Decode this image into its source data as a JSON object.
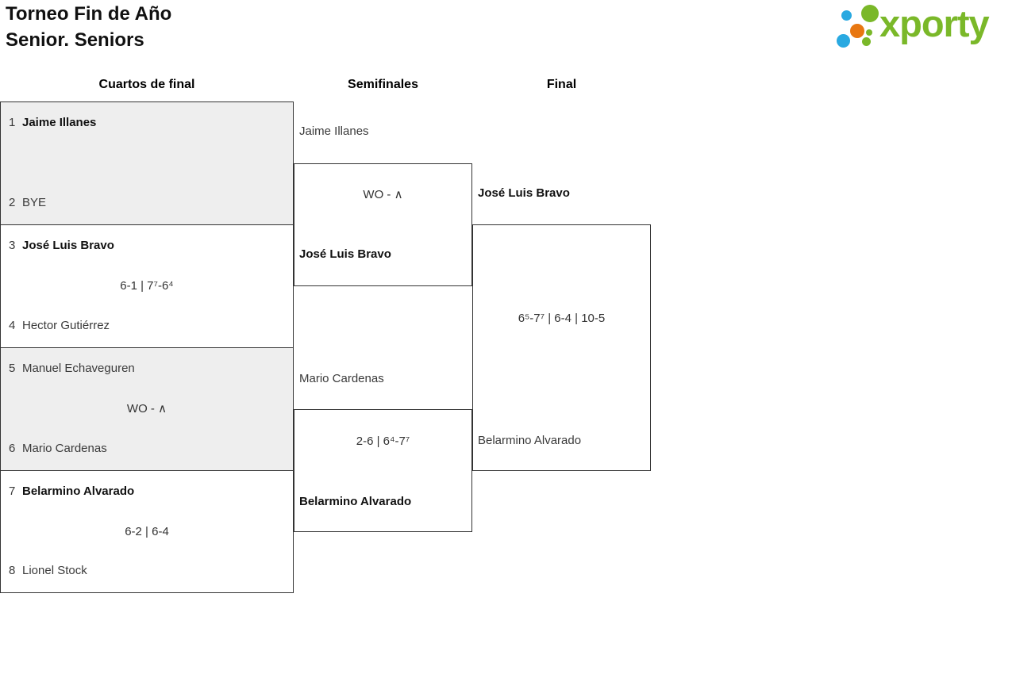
{
  "header": {
    "title_line1": "Torneo Fin de Año",
    "title_line2": "Senior. Seniors",
    "logo_text": "xporty"
  },
  "columns": [
    {
      "label": "Cuartos de final"
    },
    {
      "label": "Semifinales"
    },
    {
      "label": "Final"
    }
  ],
  "colors": {
    "logo_green": "#7ab829",
    "logo_blue": "#29a9e1",
    "logo_orange": "#e87711",
    "box_border": "#333333",
    "shaded_match_fill": "#eeeeee",
    "winner_text": "#111111",
    "regular_text": "#3a3a3a"
  },
  "bracket": {
    "quarterfinals": [
      {
        "top_seed": "1",
        "top_name": "Jaime Illanes",
        "top_winner": true,
        "score": "",
        "bottom_seed": "2",
        "bottom_name": "BYE",
        "bottom_winner": false,
        "shaded": true
      },
      {
        "top_seed": "3",
        "top_name": "José Luis Bravo",
        "top_winner": true,
        "score": "6-1 | 7⁷-6⁴",
        "bottom_seed": "4",
        "bottom_name": "Hector Gutiérrez",
        "bottom_winner": false,
        "shaded": false
      },
      {
        "top_seed": "5",
        "top_name": "Manuel Echaveguren",
        "top_winner": false,
        "score": "WO - ∧",
        "bottom_seed": "6",
        "bottom_name": "Mario Cardenas",
        "bottom_winner": false,
        "shaded": true
      },
      {
        "top_seed": "7",
        "top_name": "Belarmino Alvarado",
        "top_winner": true,
        "score": "6-2 | 6-4",
        "bottom_seed": "8",
        "bottom_name": "Lionel Stock",
        "bottom_winner": false,
        "shaded": false
      }
    ],
    "semifinals": [
      {
        "top_name": "Jaime Illanes",
        "top_winner": false,
        "score": "WO - ∧",
        "bottom_name": "José Luis Bravo",
        "bottom_winner": true
      },
      {
        "top_name": "Mario Cardenas",
        "top_winner": false,
        "score": "2-6 | 6⁴-7⁷",
        "bottom_name": "Belarmino Alvarado",
        "bottom_winner": true
      }
    ],
    "final": {
      "top_name": "José Luis Bravo",
      "top_winner": true,
      "score": "6⁵-7⁷ | 6-4 | 10-5",
      "bottom_name": "Belarmino Alvarado",
      "bottom_winner": false
    }
  }
}
